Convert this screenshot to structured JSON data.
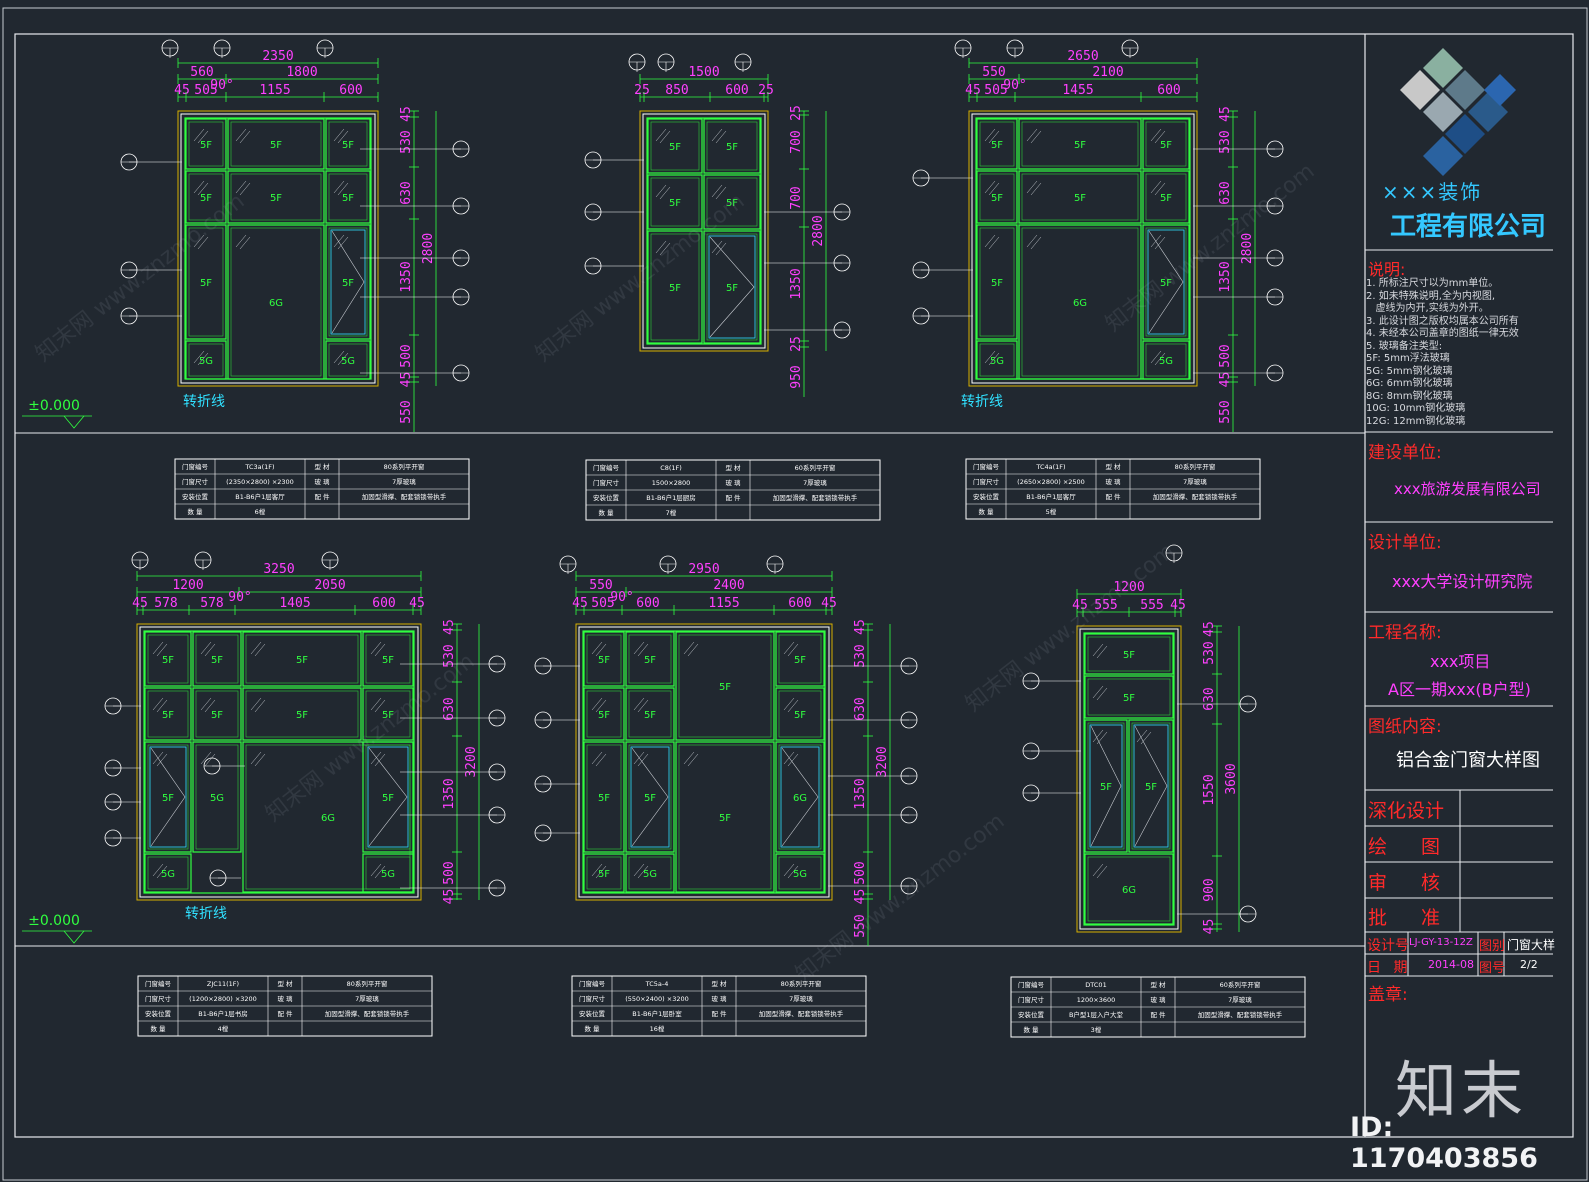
{
  "title_block": {
    "company_line1": "×××装饰",
    "company_line2": "工程有限公司",
    "notes_title": "说明:",
    "notes": [
      "1. 所标注尺寸以为mm单位。",
      "2. 如未特殊说明,全为内视图,",
      "   虚线为内开,实线为外开。",
      "3. 此设计图之版权均属本公司所有",
      "4. 未经本公司盖章的图纸一律无效",
      "5. 玻璃备注类型:",
      "5F: 5mm浮法玻璃",
      "5G: 5mm钢化玻璃",
      "6G: 6mm钢化玻璃",
      "8G: 8mm钢化玻璃",
      "10G: 10mm钢化玻璃",
      "12G: 12mm钢化玻璃"
    ],
    "client_label": "建设单位:",
    "client_value": "xxx旅游发展有限公司",
    "designer_label": "设计单位:",
    "designer_value": "xxx大学设计研究院",
    "project_label": "工程名称:",
    "project_value_1": "xxx项目",
    "project_value_2": "A区一期xxx(B户型)",
    "content_label": "图纸内容:",
    "content_value": "铝合金门窗大样图",
    "roles": [
      "深化设计",
      "绘 图",
      "审 核",
      "批 准"
    ],
    "design_no_label": "设计号",
    "design_no_value": "LJ-GY-13-12Z",
    "category_label": "图别",
    "category_value": "门窗大样",
    "date_label": "日 期",
    "date_value": "2014-08",
    "sheet_label": "图号",
    "sheet_value": "2/2",
    "seal_label": "盖章:"
  },
  "branding": {
    "logo_text": "知末",
    "id_text": "ID: 1170403856",
    "watermark": "知末网 www.znzmo.com"
  },
  "drawings": {
    "level_label": "±0.000",
    "fold_label": "转折线",
    "angle_label": "90°",
    "w1": {
      "dim_top": [
        "2350"
      ],
      "dim_mid": [
        "560",
        "1800"
      ],
      "dim_bot": [
        "45",
        "505",
        "1155",
        "600"
      ],
      "dim_right": [
        "45",
        "530",
        "630",
        "1350",
        "500",
        "45"
      ],
      "dim_total": "2800",
      "dim_sill": "550",
      "panes": [
        "5F",
        "5F",
        "5F",
        "5F",
        "5F",
        "5F",
        "5F",
        "6G",
        "5F",
        "5G",
        "5G"
      ]
    },
    "w2": {
      "dim_mid": [
        "1500"
      ],
      "dim_bot": [
        "25",
        "850",
        "600",
        "25"
      ],
      "dim_right": [
        "25",
        "700",
        "700",
        "1350",
        "25"
      ],
      "dim_total": "2800",
      "dim_sill": "950",
      "panes": [
        "5F",
        "5F",
        "5F",
        "5F",
        "5F",
        "5F"
      ]
    },
    "w3": {
      "dim_top": [
        "2650"
      ],
      "dim_mid": [
        "550",
        "2100"
      ],
      "dim_bot": [
        "45",
        "505",
        "1455",
        "600"
      ],
      "dim_right": [
        "45",
        "530",
        "630",
        "1350",
        "500",
        "45"
      ],
      "dim_total": "2800",
      "dim_sill": "550",
      "panes": [
        "5F",
        "5F",
        "5F",
        "5F",
        "5F",
        "5F",
        "5F",
        "6G",
        "5F",
        "5G",
        "5G"
      ]
    },
    "w4": {
      "dim_top": [
        "3250"
      ],
      "dim_mid": [
        "1200",
        "2050"
      ],
      "dim_bot": [
        "45",
        "578",
        "578",
        "1405",
        "600",
        "45"
      ],
      "dim_right": [
        "45",
        "530",
        "630",
        "1350",
        "500",
        "45"
      ],
      "dim_total": "3200",
      "panes": [
        "5F",
        "5F",
        "5F",
        "5F",
        "5F",
        "5F",
        "5F",
        "5F",
        "5F",
        "5G",
        "6G",
        "5F",
        "5G",
        "5G"
      ]
    },
    "w5": {
      "dim_top": [
        "2950"
      ],
      "dim_mid": [
        "550",
        "2400"
      ],
      "dim_bot": [
        "45",
        "505",
        "600",
        "1155",
        "600",
        "45"
      ],
      "dim_right": [
        "45",
        "530",
        "630",
        "1350",
        "500",
        "45"
      ],
      "dim_total": "3200",
      "dim_sill": "550",
      "panes": [
        "5F",
        "5F",
        "5F",
        "5F",
        "5F",
        "5F",
        "5F",
        "5F",
        "5F",
        "5F",
        "6G",
        "5F",
        "5G",
        "5G",
        "5G"
      ]
    },
    "w6": {
      "dim_mid": [
        "1200"
      ],
      "dim_bot": [
        "45",
        "555",
        "555",
        "45"
      ],
      "dim_right": [
        "45",
        "530",
        "630",
        "1550",
        "900",
        "45"
      ],
      "dim_total": "3600",
      "panes": [
        "5F",
        "5F",
        "5F",
        "5F",
        "6G"
      ]
    }
  },
  "schedules": [
    {
      "rows": [
        [
          "门窗编号",
          "TC3a(1F)",
          "型 材",
          "80系列平开窗"
        ],
        [
          "门窗尺寸",
          "(2350×2800) ×2300",
          "玻 璃",
          "7厚玻璃"
        ],
        [
          "安装位置",
          "B1-B6户1层客厅",
          "配 件",
          "加固型滑撑、配套锁锁带执手"
        ],
        [
          "数 量",
          "6樘",
          "",
          ""
        ]
      ]
    },
    {
      "rows": [
        [
          "门窗编号",
          "C8(1F)",
          "型 材",
          "60系列平开窗"
        ],
        [
          "门窗尺寸",
          "1500×2800",
          "玻 璃",
          "7厚玻璃"
        ],
        [
          "安装位置",
          "B1-B6户1层厨房",
          "配 件",
          "加固型滑撑、配套锁锁带执手"
        ],
        [
          "数 量",
          "7樘",
          "",
          ""
        ]
      ]
    },
    {
      "rows": [
        [
          "门窗编号",
          "TC4a(1F)",
          "型 材",
          "80系列平开窗"
        ],
        [
          "门窗尺寸",
          "(2650×2800) ×2500",
          "玻 璃",
          "7厚玻璃"
        ],
        [
          "安装位置",
          "B1-B6户1层客厅",
          "配 件",
          "加固型滑撑、配套锁锁带执手"
        ],
        [
          "数 量",
          "5樘",
          "",
          ""
        ]
      ]
    },
    {
      "rows": [
        [
          "门窗编号",
          "ZJC11(1F)",
          "型 材",
          "80系列平开窗"
        ],
        [
          "门窗尺寸",
          "(1200×2800) ×3200",
          "玻 璃",
          "7厚玻璃"
        ],
        [
          "安装位置",
          "B1-B6户1层书房",
          "配 件",
          "加固型滑撑、配套锁锁带执手"
        ],
        [
          "数 量",
          "4樘",
          "",
          ""
        ]
      ]
    },
    {
      "rows": [
        [
          "门窗编号",
          "TC5a-4",
          "型 材",
          "80系列平开窗"
        ],
        [
          "门窗尺寸",
          "(550×2400) ×3200",
          "玻 璃",
          "7厚玻璃"
        ],
        [
          "安装位置",
          "B1-B6户1层卧室",
          "配 件",
          "加固型滑撑、配套锁锁带执手"
        ],
        [
          "数 量",
          "16樘",
          "",
          ""
        ]
      ]
    },
    {
      "rows": [
        [
          "门窗编号",
          "DTC01",
          "型 材",
          "60系列平开窗"
        ],
        [
          "门窗尺寸",
          "1200×3600",
          "玻 璃",
          "7厚玻璃"
        ],
        [
          "安装位置",
          "B户型1层入户大堂",
          "配 件",
          "加固型滑撑、配套锁锁带执手"
        ],
        [
          "数 量",
          "3樘",
          "",
          ""
        ]
      ]
    }
  ]
}
